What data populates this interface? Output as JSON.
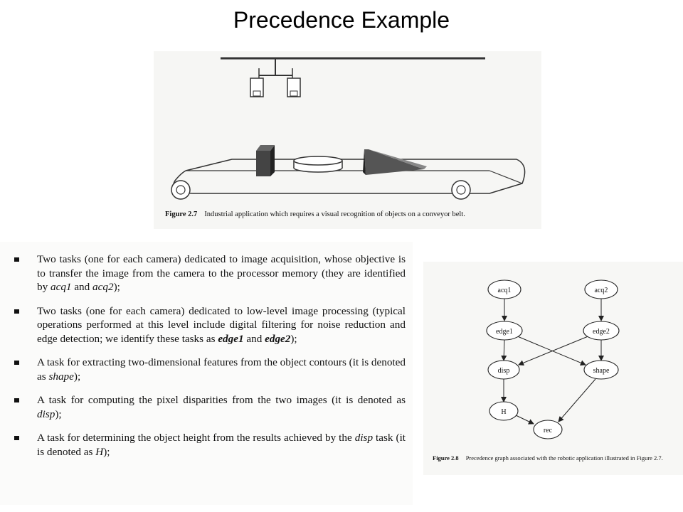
{
  "title": "Precedence Example",
  "figure_2_7": {
    "label": "Figure 2.7",
    "caption": "Industrial application which requires a visual recognition of objects on a conveyor belt."
  },
  "figure_2_8": {
    "label": "Figure 2.8",
    "caption": "Precedence graph associated with the robotic application illustrated in Figure 2.7."
  },
  "bullets": [
    {
      "parts": [
        "Two tasks (one for each camera) dedicated to image acquisition, whose objective is to transfer the image from the camera to the processor memory (they are identified by ",
        "acq1",
        " and ",
        "acq2",
        ");"
      ]
    },
    {
      "parts": [
        "Two tasks (one for each camera) dedicated to low-level image processing (typical operations performed at this level include digital filtering for noise reduction and edge detection; we identify these tasks as ",
        "edge1",
        " and ",
        "edge2",
        ");"
      ]
    },
    {
      "parts": [
        "A task for extracting two-dimensional features from the object contours (it is denoted as ",
        "shape",
        ");"
      ]
    },
    {
      "parts": [
        "A task for computing the pixel disparities from the two images (it is denoted as ",
        "disp",
        ");"
      ]
    },
    {
      "parts": [
        "A task for determining the object height from the results achieved by the ",
        "disp",
        " task (it is denoted as ",
        "H",
        ");"
      ]
    }
  ],
  "graph": {
    "nodes": {
      "acq1": "acq1",
      "acq2": "acq2",
      "edge1": "edge1",
      "edge2": "edge2",
      "disp": "disp",
      "shape": "shape",
      "H": "H",
      "rec": "rec"
    }
  }
}
